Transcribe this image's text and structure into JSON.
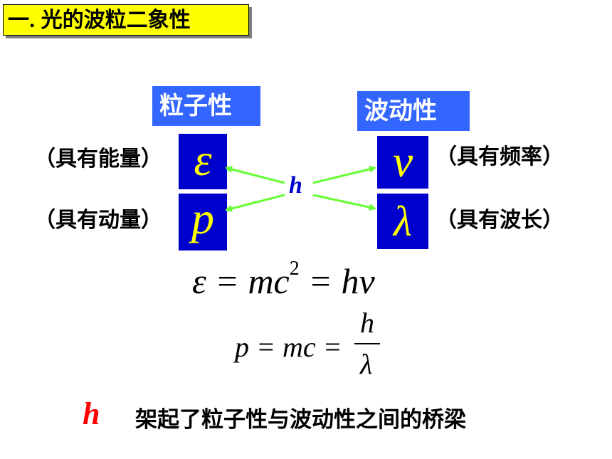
{
  "title": "一. 光的波粒二象性",
  "particle": {
    "label": "粒子性",
    "energy_symbol": "ε",
    "momentum_symbol": "p",
    "energy_note": "（具有能量）",
    "momentum_note": "（具有动量）"
  },
  "wave": {
    "label": "波动性",
    "frequency_symbol": "ν",
    "wavelength_symbol": "λ",
    "frequency_note": "（具有频率）",
    "wavelength_note": "（具有波长）"
  },
  "bridge_symbol": "h",
  "formula1": {
    "lhs": "ε = mc",
    "exp": "2",
    "rhs": "= hν"
  },
  "formula2": {
    "lhs": "p = mc =",
    "numerator": "h",
    "denominator": "λ"
  },
  "conclusion": {
    "symbol": "h",
    "text": "架起了粒子性与波动性之间的桥梁"
  },
  "colors": {
    "title_bg": "#ffff00",
    "label_bg": "#3366ff",
    "symbol_box_bg": "#0000cc",
    "symbol_text": "#ffff00",
    "arrow": "#66ff33",
    "h_center": "#0000cc",
    "h_bottom": "#ff0000"
  }
}
